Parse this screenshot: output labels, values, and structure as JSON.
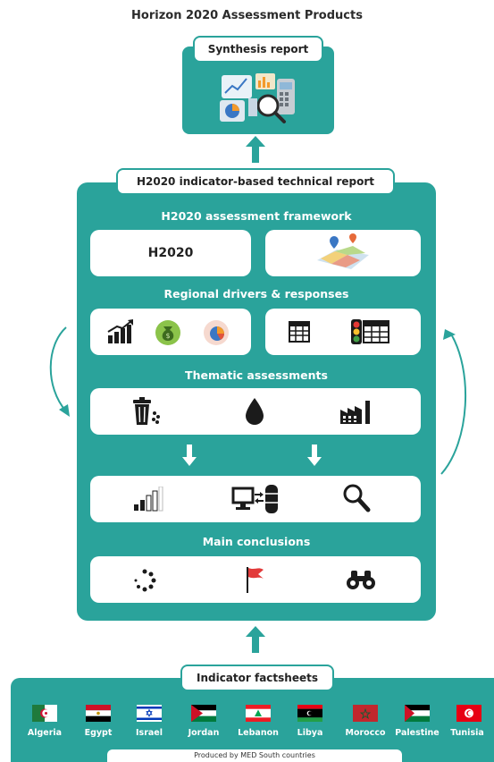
{
  "title": "Horizon 2020 Assessment Products",
  "synthesis": {
    "label": "Synthesis report"
  },
  "technical": {
    "label": "H2020 indicator-based technical report"
  },
  "framework": {
    "heading": "H2020 assessment framework",
    "badge": "H2020"
  },
  "regional": {
    "heading": "Regional drivers & responses"
  },
  "thematic": {
    "heading": "Thematic assessments"
  },
  "conclusions": {
    "heading": "Main conclusions"
  },
  "factsheets": {
    "label": "Indicator factsheets",
    "countries": [
      "Algeria",
      "Egypt",
      "Israel",
      "Jordan",
      "Lebanon",
      "Libya",
      "Morocco",
      "Palestine",
      "Tunisia"
    ],
    "footer": "Produced by MED South countries"
  },
  "colors": {
    "teal": "#2aa39b",
    "dark": "#1b1b1b"
  }
}
